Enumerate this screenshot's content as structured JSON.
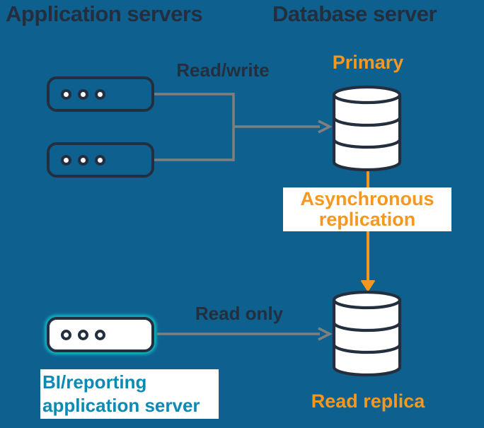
{
  "headers": {
    "left": "Application servers",
    "right": "Database server"
  },
  "labels": {
    "read_write": "Read/write",
    "read_only": "Read only",
    "primary": "Primary",
    "read_replica": "Read replica",
    "async_replication": {
      "line1": "Asynchronous",
      "line2": "replication"
    },
    "bi_reporting": {
      "line1": "BI/reporting",
      "line2": "application server"
    }
  },
  "colors": {
    "background": "#0E618F",
    "ink": "#232F3E",
    "orange": "#F6981E",
    "teal": "#0D8AB4",
    "teal_glow": "#12B8C6",
    "connector_gray": "#7F7F7F",
    "white": "#FFFFFF"
  }
}
